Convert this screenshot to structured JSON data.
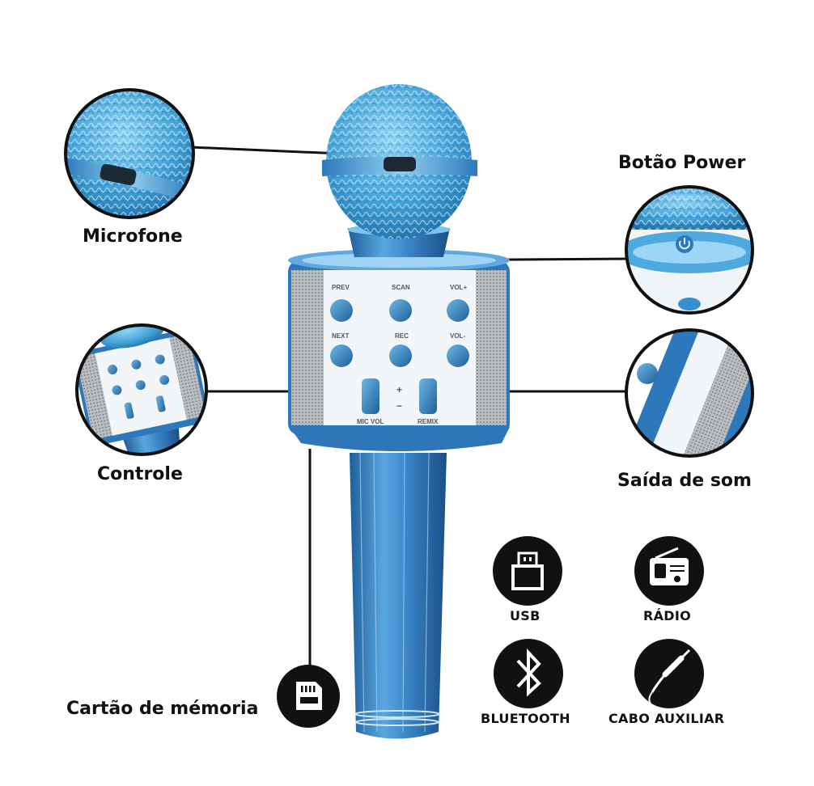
{
  "callouts": {
    "microphone": "Microfone",
    "power_button": "Botão Power",
    "controls": "Controle",
    "sound_output": "Saída de som",
    "memory_card": "Cartão de mémoria"
  },
  "features": [
    {
      "label": "USB",
      "icon": "usb-icon"
    },
    {
      "label": "RÁDIO",
      "icon": "radio-icon"
    },
    {
      "label": "BLUETOOTH",
      "icon": "bluetooth-icon"
    },
    {
      "label": "CABO AUXILIAR",
      "icon": "aux-cable-icon"
    }
  ],
  "panel": {
    "prev": "PREV",
    "scan": "SCAN",
    "vol_up": "VOL+",
    "next": "NEXT",
    "rec": "REC",
    "vol_down": "VOL-",
    "mic_vol": "MIC VOL",
    "remix": "REMIX",
    "plus": "+",
    "minus": "−"
  },
  "colors": {
    "accent": "#3a8fd0",
    "mesh": "#5ab7e6",
    "icon_circle": "#111111"
  }
}
